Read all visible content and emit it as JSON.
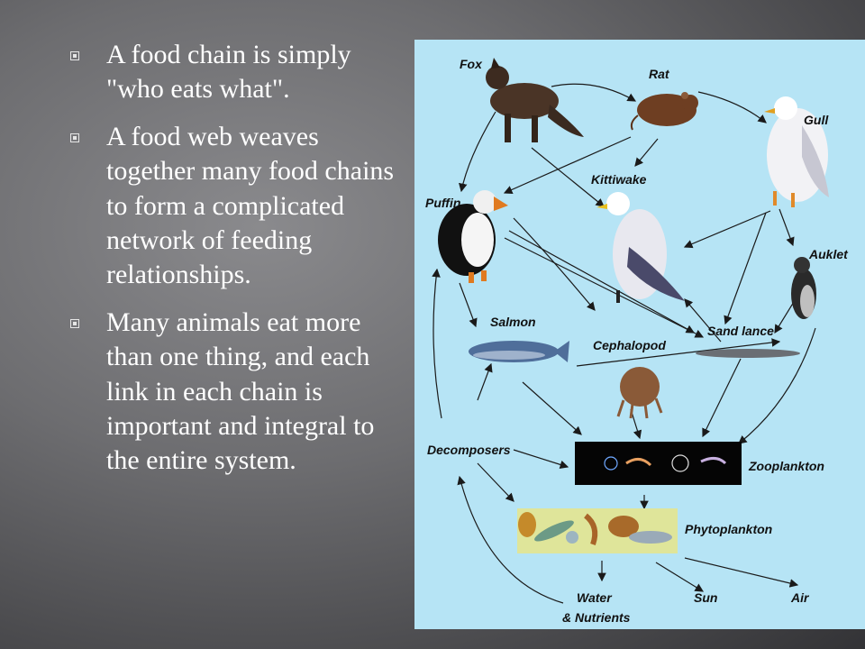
{
  "bullets": [
    "A food chain is simply \"who eats what\".",
    "A food web weaves together many food chains to form a complicated network of  feeding relationships.",
    "Many animals eat more than one thing, and each link in each chain is important and integral to the entire system."
  ],
  "diagram": {
    "labels": {
      "fox": "Fox",
      "rat": "Rat",
      "gull": "Gull",
      "kittiwake": "Kittiwake",
      "puffin": "Puffin",
      "auklet": "Auklet",
      "salmon": "Salmon",
      "cephalopod": "Cephalopod",
      "sand_lance": "Sand lance",
      "decomposers": "Decomposers",
      "zooplankton": "Zooplankton",
      "phytoplankton": "Phytoplankton",
      "water_line1": "Water",
      "water_line2": "& Nutrients",
      "sun": "Sun",
      "air": "Air"
    }
  }
}
